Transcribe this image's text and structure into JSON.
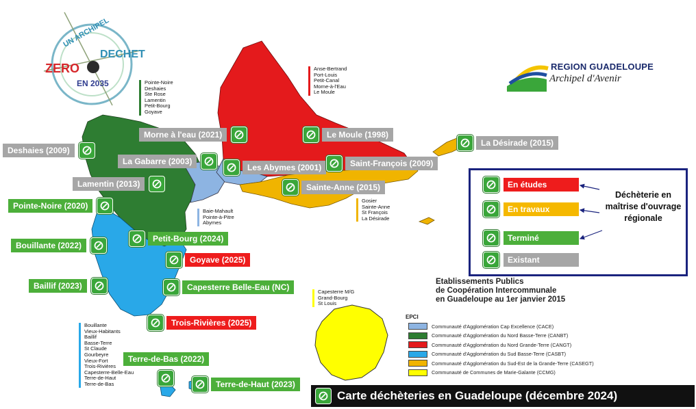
{
  "colors": {
    "cace": "#8db4e2",
    "canbt": "#2e7d32",
    "cangt": "#e41a1c",
    "casbt": "#29a8e8",
    "casegt": "#f0b400",
    "ccmg": "#ffff00",
    "en_etudes": "#ee1c1c",
    "en_travaux": "#f5b800",
    "termine": "#4caf3a",
    "existant": "#a6a6a6",
    "icon": "#3aa63a"
  },
  "logos": {
    "zero_dechet_text": [
      "UN ARCHIPEL",
      "ZERO",
      "DECHET",
      "EN 2035"
    ],
    "region_name": "REGION GUADELOUPE",
    "region_motto": "Archipel d'Avenir"
  },
  "sites": [
    {
      "label": "Morne à l'eau  (2021)",
      "status": "existant"
    },
    {
      "label": "Le Moule (1998)",
      "status": "existant"
    },
    {
      "label": "La Désirade (2015)",
      "status": "existant"
    },
    {
      "label": "Deshaies (2009)",
      "status": "existant"
    },
    {
      "label": "La Gabarre (2003)",
      "status": "existant"
    },
    {
      "label": "Les Abymes (2001)",
      "status": "existant"
    },
    {
      "label": "Saint-François (2009)",
      "status": "existant"
    },
    {
      "label": "Lamentin (2013)",
      "status": "existant"
    },
    {
      "label": "Sainte-Anne (2015)",
      "status": "existant"
    },
    {
      "label": "Pointe-Noire (2020)",
      "status": "termine"
    },
    {
      "label": "Petit-Bourg (2024)",
      "status": "termine"
    },
    {
      "label": "Bouillante (2022)",
      "status": "termine"
    },
    {
      "label": "Goyave (2025)",
      "status": "en_etudes"
    },
    {
      "label": "Baillif (2023)",
      "status": "termine"
    },
    {
      "label": "Capesterre Belle-Eau (NC)",
      "status": "termine"
    },
    {
      "label": "Trois-Rivières (2025)",
      "status": "en_etudes"
    },
    {
      "label": "Terre-de-Bas (2022)",
      "status": "termine"
    },
    {
      "label": "Terre-de-Haut (2023)",
      "status": "termine"
    }
  ],
  "municipalities": {
    "canbt": [
      "Pointe-Noire",
      "Deshaies",
      "Ste Rose",
      "Lamentin",
      "Petit-Bourg",
      "Goyave"
    ],
    "cangt": [
      "Anse-Bertrand",
      "Port-Louis",
      "Petit-Canal",
      "Morne-à-l'Eau",
      "Le Moule"
    ],
    "cace": [
      "Baie-Mahault",
      "Pointe-à-Pitre",
      "Abymes"
    ],
    "casegt": [
      "Gosier",
      "Sainte-Anne",
      "St François",
      "La Désirade"
    ],
    "ccmg": [
      "Capesterre M/G",
      "Grand-Bourg",
      "St Louis"
    ],
    "casbt": [
      "Bouillante",
      "Vieux-Habitants",
      "Baillif",
      "Basse-Terre",
      "St Claude",
      "Gourbeyre",
      "Vieux-Fort",
      "Trois-Rivières",
      "Capesterre-Belle-Eau",
      "Terre-de-Haut",
      "Terre-de-Bas"
    ]
  },
  "legend": {
    "items": [
      {
        "label": "En études",
        "status": "en_etudes"
      },
      {
        "label": "En travaux",
        "status": "en_travaux"
      },
      {
        "label": "Terminé",
        "status": "termine"
      },
      {
        "label": "Existant",
        "status": "existant"
      }
    ],
    "note": [
      "Déchèterie en",
      "maîtrise d'ouvrage",
      "régionale"
    ]
  },
  "epci": {
    "title": [
      "Etablissements Publics",
      "de Coopération Intercommunale",
      "en Guadeloupe au 1er janvier 2015"
    ],
    "header": "EPCI",
    "items": [
      {
        "label": "Communauté d'Agglomération Cap Excellence (CACE)",
        "color": "#8db4e2"
      },
      {
        "label": "Communauté d'Agglomération du Nord Basse-Terre (CANBT)",
        "color": "#2e7d32"
      },
      {
        "label": "Communauté d'Agglomération du Nord Grande-Terre (CANGT)",
        "color": "#e41a1c"
      },
      {
        "label": "Communauté d'Agglomération du Sud Basse-Terre (CASBT)",
        "color": "#29a8e8"
      },
      {
        "label": "Communauté d'Agglomération du Sud-Est de la Grande-Terre (CASEGT)",
        "color": "#f0b400"
      },
      {
        "label": "Communauté de Communes de Marie-Galante (CCMG)",
        "color": "#ffff00"
      }
    ]
  },
  "footer": {
    "title": "Carte déchèteries en Guadeloupe (décembre 2024)"
  }
}
